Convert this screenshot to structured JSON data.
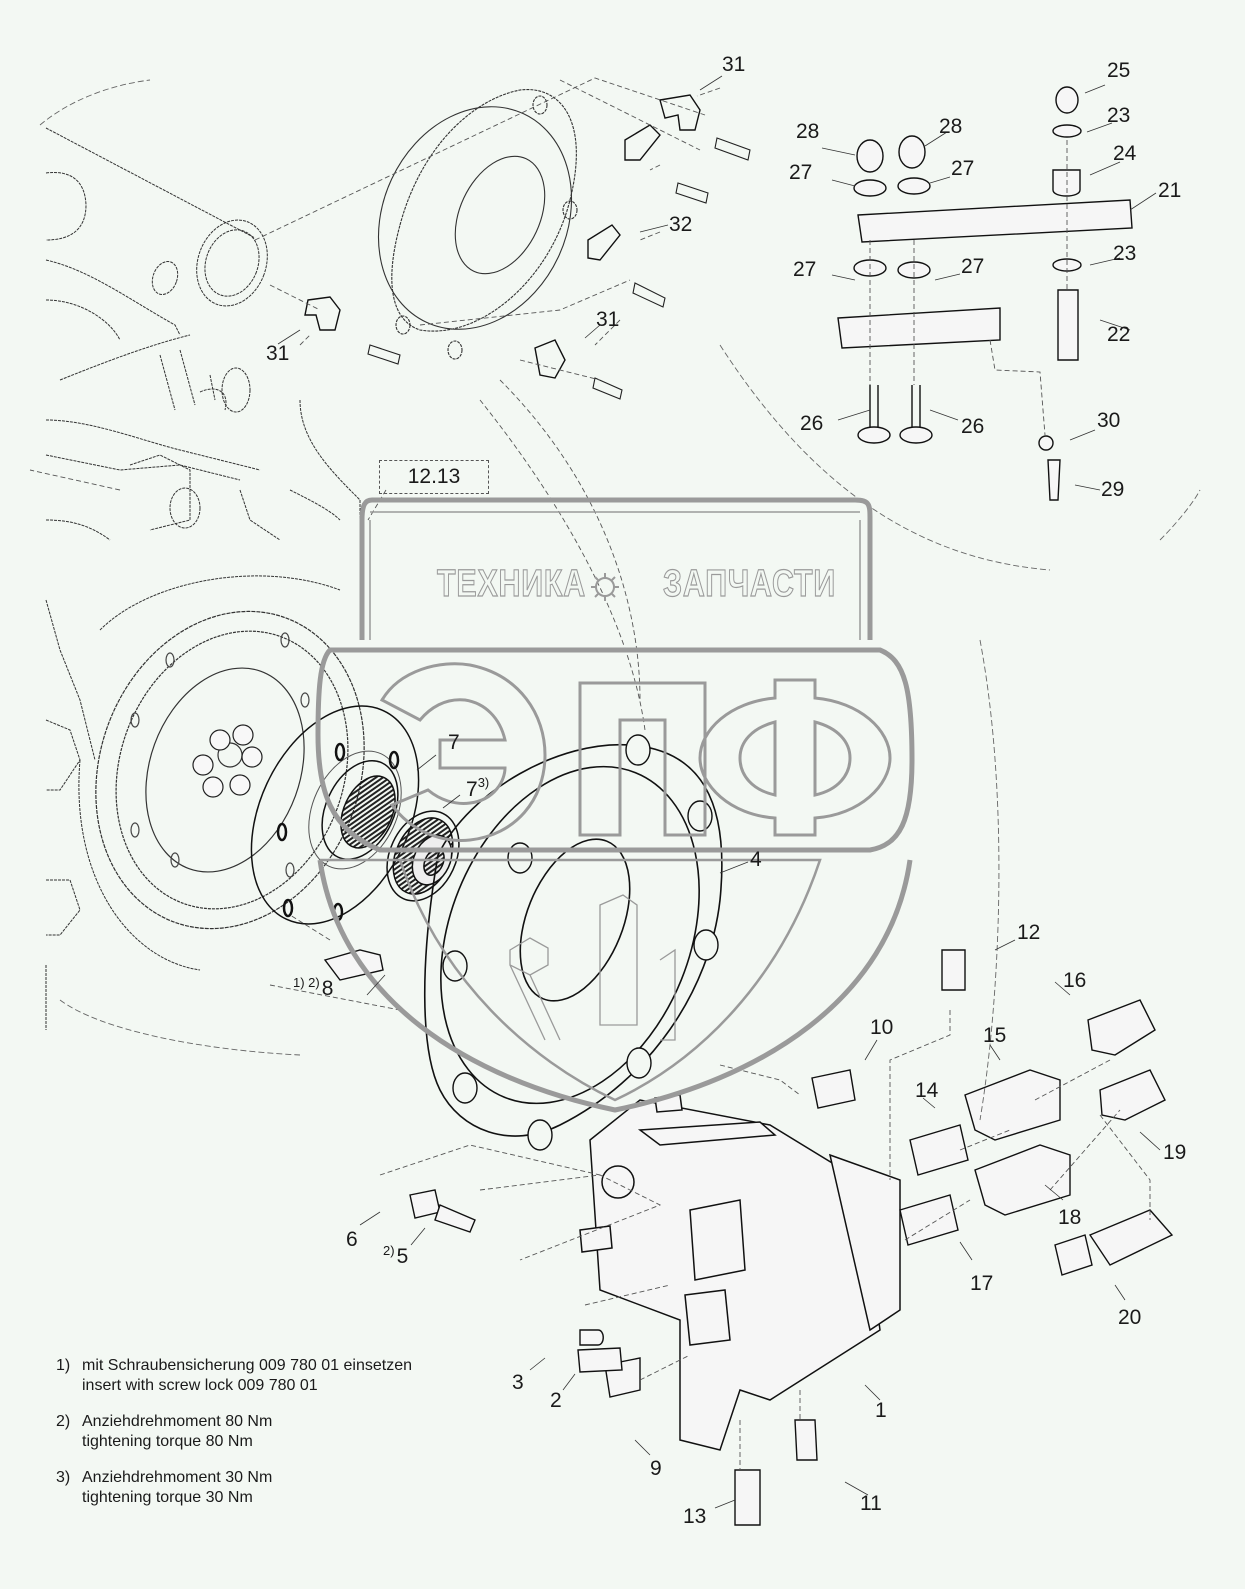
{
  "diagram": {
    "title": "",
    "reference_box": "12.13",
    "callouts": [
      {
        "id": "c31a",
        "label": "31"
      },
      {
        "id": "c31b",
        "label": "31"
      },
      {
        "id": "c31c",
        "label": "31"
      },
      {
        "id": "c32",
        "label": "32"
      },
      {
        "id": "c28a",
        "label": "28"
      },
      {
        "id": "c28b",
        "label": "28"
      },
      {
        "id": "c27a",
        "label": "27"
      },
      {
        "id": "c27b",
        "label": "27"
      },
      {
        "id": "c27c",
        "label": "27"
      },
      {
        "id": "c27d",
        "label": "27"
      },
      {
        "id": "c25",
        "label": "25"
      },
      {
        "id": "c23a",
        "label": "23"
      },
      {
        "id": "c24",
        "label": "24"
      },
      {
        "id": "c21",
        "label": "21"
      },
      {
        "id": "c23b",
        "label": "23"
      },
      {
        "id": "c22",
        "label": "22"
      },
      {
        "id": "c26a",
        "label": "26"
      },
      {
        "id": "c26b",
        "label": "26"
      },
      {
        "id": "c30",
        "label": "30"
      },
      {
        "id": "c29",
        "label": "29"
      },
      {
        "id": "c7a",
        "label": "7"
      },
      {
        "id": "c7b",
        "label": "7",
        "note": "3)"
      },
      {
        "id": "c4",
        "label": "4"
      },
      {
        "id": "c8",
        "label": "8",
        "note": "1) 2)"
      },
      {
        "id": "c12",
        "label": "12"
      },
      {
        "id": "c16",
        "label": "16"
      },
      {
        "id": "c10",
        "label": "10"
      },
      {
        "id": "c15",
        "label": "15"
      },
      {
        "id": "c14",
        "label": "14"
      },
      {
        "id": "c19",
        "label": "19"
      },
      {
        "id": "c18",
        "label": "18"
      },
      {
        "id": "c17",
        "label": "17"
      },
      {
        "id": "c20",
        "label": "20"
      },
      {
        "id": "c6",
        "label": "6"
      },
      {
        "id": "c5",
        "label": "5",
        "note": "2)"
      },
      {
        "id": "c3",
        "label": "3"
      },
      {
        "id": "c2",
        "label": "2"
      },
      {
        "id": "c1",
        "label": "1"
      },
      {
        "id": "c9",
        "label": "9"
      },
      {
        "id": "c11",
        "label": "11"
      },
      {
        "id": "c13",
        "label": "13"
      }
    ],
    "notes": [
      {
        "num": "1)",
        "de": "mit Schraubensicherung 009 780 01 einsetzen",
        "en": "insert with screw lock 009 780 01"
      },
      {
        "num": "2)",
        "de": "Anziehdrehmoment 80 Nm",
        "en": "tightening torque 80 Nm"
      },
      {
        "num": "3)",
        "de": "Anziehdrehmoment 30 Nm",
        "en": "tightening torque 30 Nm"
      }
    ]
  },
  "watermark": {
    "left_text": "ТЕХНИКА",
    "right_text": "ЗАПЧАСТИ",
    "logo_letters": "ЭПФ",
    "color": "#9a9a9a"
  },
  "colors": {
    "background": "#f3f8f3",
    "line": "#1a1a1a",
    "dashed": "#444444",
    "watermark": "#9a9a9a"
  }
}
